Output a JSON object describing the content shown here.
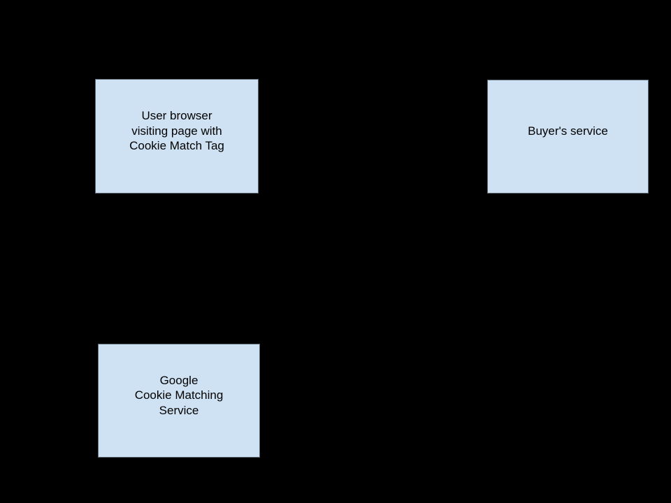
{
  "diagram": {
    "background_color": "#000000",
    "node_fill_color": "#cfe2f3",
    "node_border_color": "#5d6a76",
    "node_text_color": "#000000",
    "nodes": [
      {
        "id": "user-browser",
        "lines": [
          "User browser",
          "visiting page with",
          "Cookie Match Tag"
        ]
      },
      {
        "id": "buyers-service",
        "lines": [
          "Buyer's service"
        ]
      },
      {
        "id": "google-cookie-matching-service",
        "lines": [
          "Google",
          "Cookie Matching",
          "Service"
        ]
      }
    ]
  }
}
